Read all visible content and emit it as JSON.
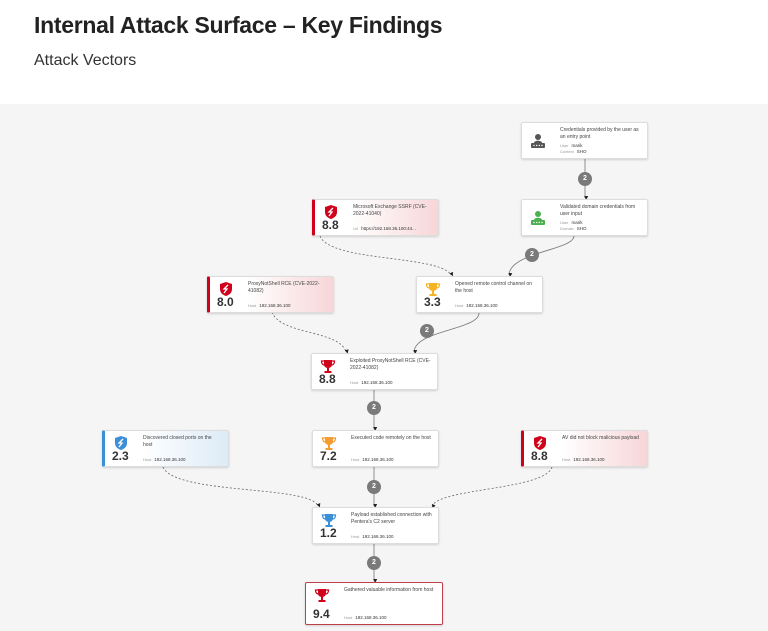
{
  "header": {
    "title": "Internal Attack Surface – Key Findings",
    "subtitle": "Attack Vectors"
  },
  "colors": {
    "red": "#d0021b",
    "blue": "#3a8fd6",
    "orange": "#f39c34",
    "yellow": "#f5b324",
    "green": "#4caf50",
    "gray": "#555555"
  },
  "nodes": [
    {
      "id": "credentials",
      "kind": "cred",
      "icon": "user-credentials-icon",
      "color": "#555555",
      "title": "Credentials provided by the user as an entry point",
      "fields": [
        {
          "k": "User",
          "v": "marik"
        },
        {
          "k": "Context",
          "v": "SHO"
        }
      ]
    },
    {
      "id": "validated",
      "kind": "cred",
      "icon": "user-credentials-icon",
      "color": "#4caf50",
      "title": "Validated domain credentials from user input",
      "fields": [
        {
          "k": "User",
          "v": "marik"
        },
        {
          "k": "Domain",
          "v": "SHO"
        }
      ]
    },
    {
      "id": "ms-exchange",
      "kind": "vuln-red",
      "icon": "shield-icon",
      "color": "#d0021b",
      "score": "8.8",
      "title": "Microsoft Exchange SSRF (CVE-2022-41040)",
      "fields": [
        {
          "k": "Url",
          "v": "https://192.168.36.100:44..."
        }
      ]
    },
    {
      "id": "proxynotshell",
      "kind": "vuln-red",
      "icon": "shield-icon",
      "color": "#d0021b",
      "score": "8.0",
      "title": "ProxyNotShell RCE (CVE-2022-41082)",
      "fields": [
        {
          "k": "Host",
          "v": "192.168.36.100"
        }
      ]
    },
    {
      "id": "remote-channel",
      "kind": "achievement",
      "icon": "trophy-icon",
      "color": "#f5b324",
      "score": "3.3",
      "title": "Opened remote control channel on the host",
      "fields": [
        {
          "k": "Host",
          "v": "192.168.36.100"
        }
      ]
    },
    {
      "id": "exploited",
      "kind": "achievement",
      "icon": "trophy-icon",
      "color": "#d0021b",
      "score": "8.8",
      "title": "Exploited ProxyNotShell RCE (CVE-2022-41082)",
      "fields": [
        {
          "k": "Host",
          "v": "192.168.36.100"
        }
      ]
    },
    {
      "id": "closed-ports",
      "kind": "vuln-blue",
      "icon": "shield-icon",
      "color": "#3a8fd6",
      "score": "2.3",
      "title": "Discovered closed ports on the host",
      "fields": [
        {
          "k": "Host",
          "v": "192.168.36.100"
        }
      ]
    },
    {
      "id": "executed-code",
      "kind": "achievement",
      "icon": "trophy-icon",
      "color": "#f39c34",
      "score": "7.2",
      "title": "Executed code remotely on the host",
      "fields": [
        {
          "k": "Host",
          "v": "192.168.36.100"
        }
      ]
    },
    {
      "id": "av",
      "kind": "vuln-red",
      "icon": "shield-icon",
      "color": "#d0021b",
      "score": "8.8",
      "title": "AV did not block malicious payload",
      "fields": [
        {
          "k": "Host",
          "v": "192.168.36.100"
        }
      ]
    },
    {
      "id": "payload",
      "kind": "achievement",
      "icon": "trophy-icon",
      "color": "#3a8fd6",
      "score": "1.2",
      "title": "Payload established connection with Pentera's C2 server",
      "fields": [
        {
          "k": "Host",
          "v": "192.168.36.100"
        }
      ]
    },
    {
      "id": "gathered",
      "kind": "final",
      "icon": "trophy-icon",
      "color": "#d0021b",
      "score": "9.4",
      "title": "Gathered valuable information from host",
      "fields": [
        {
          "k": "Host",
          "v": "192.168.36.100"
        }
      ]
    }
  ],
  "badges": [
    "2",
    "2",
    "2",
    "2",
    "2",
    "2"
  ]
}
